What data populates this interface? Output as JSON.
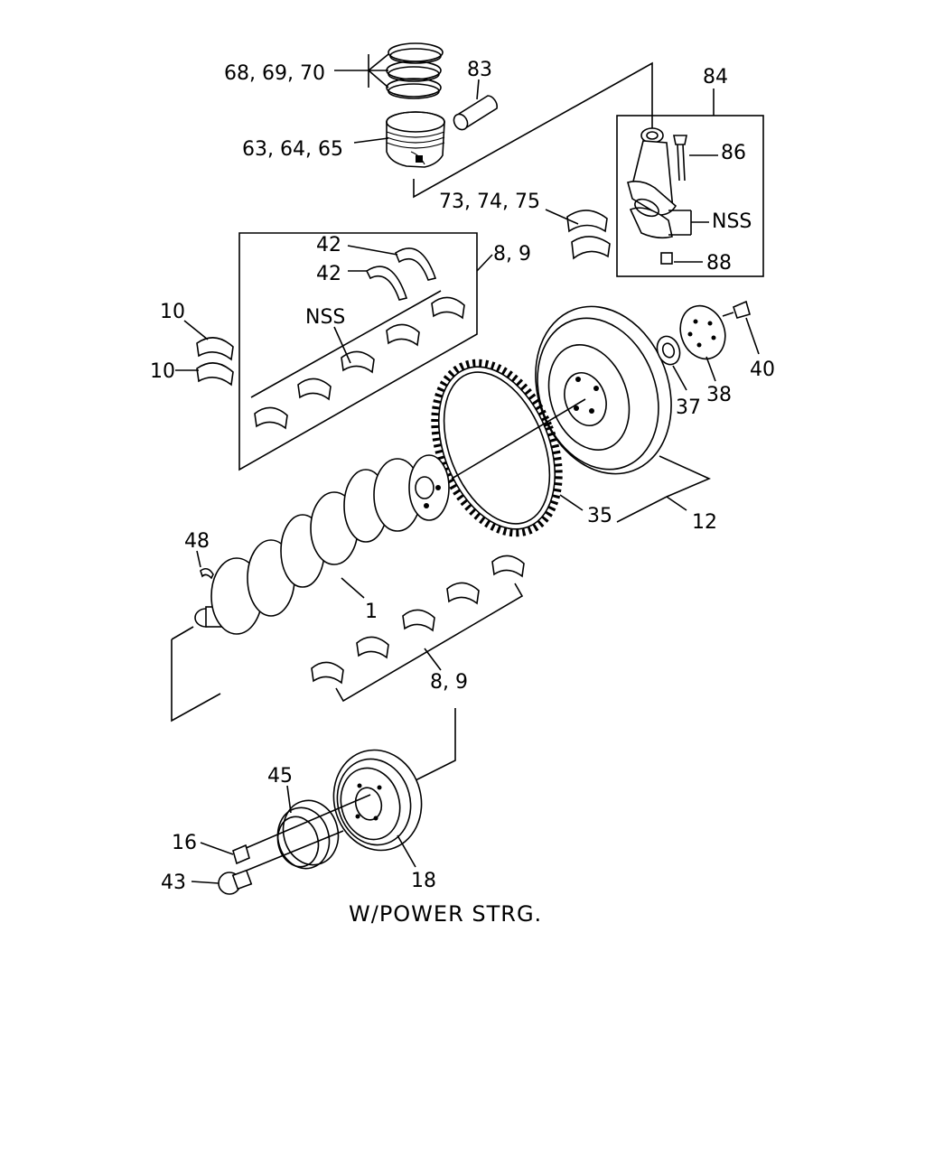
{
  "diagram": {
    "caption": "W/POWER STRG.",
    "labels": {
      "l68": "68, 69, 70",
      "l83": "83",
      "l84": "84",
      "l63": "63, 64, 65",
      "l86": "86",
      "l73": "73, 74, 75",
      "lnss_rod": "NSS",
      "l88": "88",
      "l42a": "42",
      "l42b": "42",
      "l89top": "8, 9",
      "lnss_main": "NSS",
      "l10a": "10",
      "l10b": "10",
      "l40": "40",
      "l37": "37",
      "l38": "38",
      "l35": "35",
      "l12": "12",
      "l48": "48",
      "l1": "1",
      "l89bot": "8, 9",
      "l45": "45",
      "l16": "16",
      "l43": "43",
      "l18": "18"
    }
  }
}
